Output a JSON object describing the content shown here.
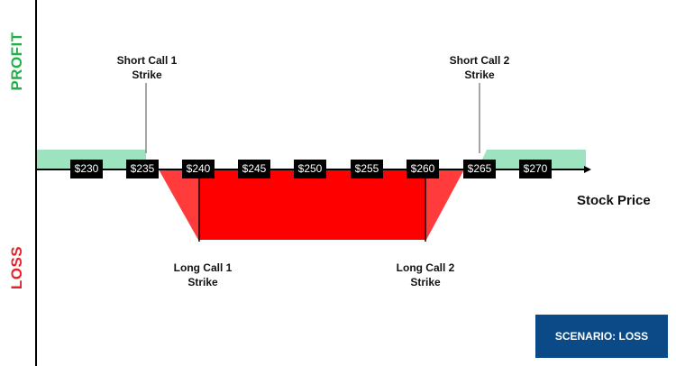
{
  "labels": {
    "profit": "PROFIT",
    "loss": "LOSS",
    "x_axis": "Stock Price",
    "scenario": "SCENARIO: LOSS"
  },
  "strikes": {
    "short_call_1": {
      "line1": "Short Call 1",
      "line2": "Strike",
      "price": 235
    },
    "short_call_2": {
      "line1": "Short Call 2",
      "line2": "Strike",
      "price": 265
    },
    "long_call_1": {
      "line1": "Long Call 1",
      "line2": "Strike",
      "price": 240
    },
    "long_call_2": {
      "line1": "Long Call 2",
      "line2": "Strike",
      "price": 260
    }
  },
  "price_ticks": [
    "$230",
    "$235",
    "$240",
    "$245",
    "$250",
    "$255",
    "$260",
    "$265",
    "$270"
  ],
  "colors": {
    "profit": "#22b04b",
    "profit_fill": "#9de3c0",
    "loss": "#e8202a",
    "loss_fill": "#ff0000",
    "loss_edge_fill": "#ff3b3b",
    "badge": "#0b4a86"
  }
}
